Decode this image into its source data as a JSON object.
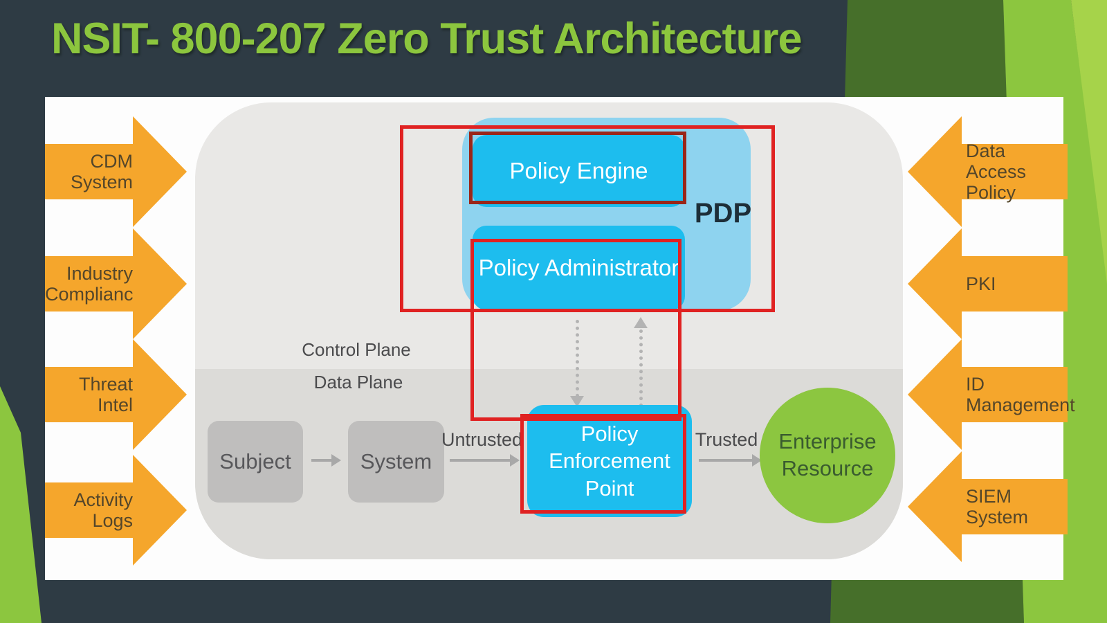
{
  "title": "NSIT- 800-207 Zero Trust Architecture",
  "arrows": {
    "left": [
      {
        "name": "cdm-system",
        "lines": [
          "CDM",
          "System"
        ]
      },
      {
        "name": "industry-compliance",
        "lines": [
          "Industry",
          "Compliance"
        ]
      },
      {
        "name": "threat-intel",
        "lines": [
          "Threat",
          "Intel"
        ]
      },
      {
        "name": "activity-logs",
        "lines": [
          "Activity",
          "Logs"
        ]
      }
    ],
    "right": [
      {
        "name": "data-access-policy",
        "lines": [
          "Data Access",
          "Policy"
        ]
      },
      {
        "name": "pki",
        "lines": [
          "PKI"
        ]
      },
      {
        "name": "id-management",
        "lines": [
          "ID",
          "Management"
        ]
      },
      {
        "name": "siem-system",
        "lines": [
          "SIEM",
          "System"
        ]
      }
    ]
  },
  "planes": {
    "control": "Control Plane",
    "data": "Data Plane"
  },
  "pdp": {
    "label": "PDP",
    "engine": "Policy Engine",
    "administrator": "Policy Administrator"
  },
  "flow": {
    "subject": "Subject",
    "system": "System",
    "untrusted": "Untrusted",
    "trusted": "Trusted",
    "pep": [
      "Policy",
      "Enforcement",
      "Point"
    ],
    "resource": [
      "Enterprise",
      "Resource"
    ]
  },
  "colors": {
    "background_slate": "#2e3b44",
    "title_green": "#8cc63e",
    "deco_dark_green": "#466f2a",
    "deco_bright_green": "#8cc63f",
    "arrow_orange": "#f5a62c",
    "box_cyan": "#1dbdee",
    "pdp_light_blue": "#8ed3ef",
    "resource_green": "#8cc640",
    "annotation_red": "#e02222",
    "annotation_dark_red": "#9a2619",
    "container_gray": "#e9e8e6",
    "data_plane_gray": "#dcdbd8"
  }
}
